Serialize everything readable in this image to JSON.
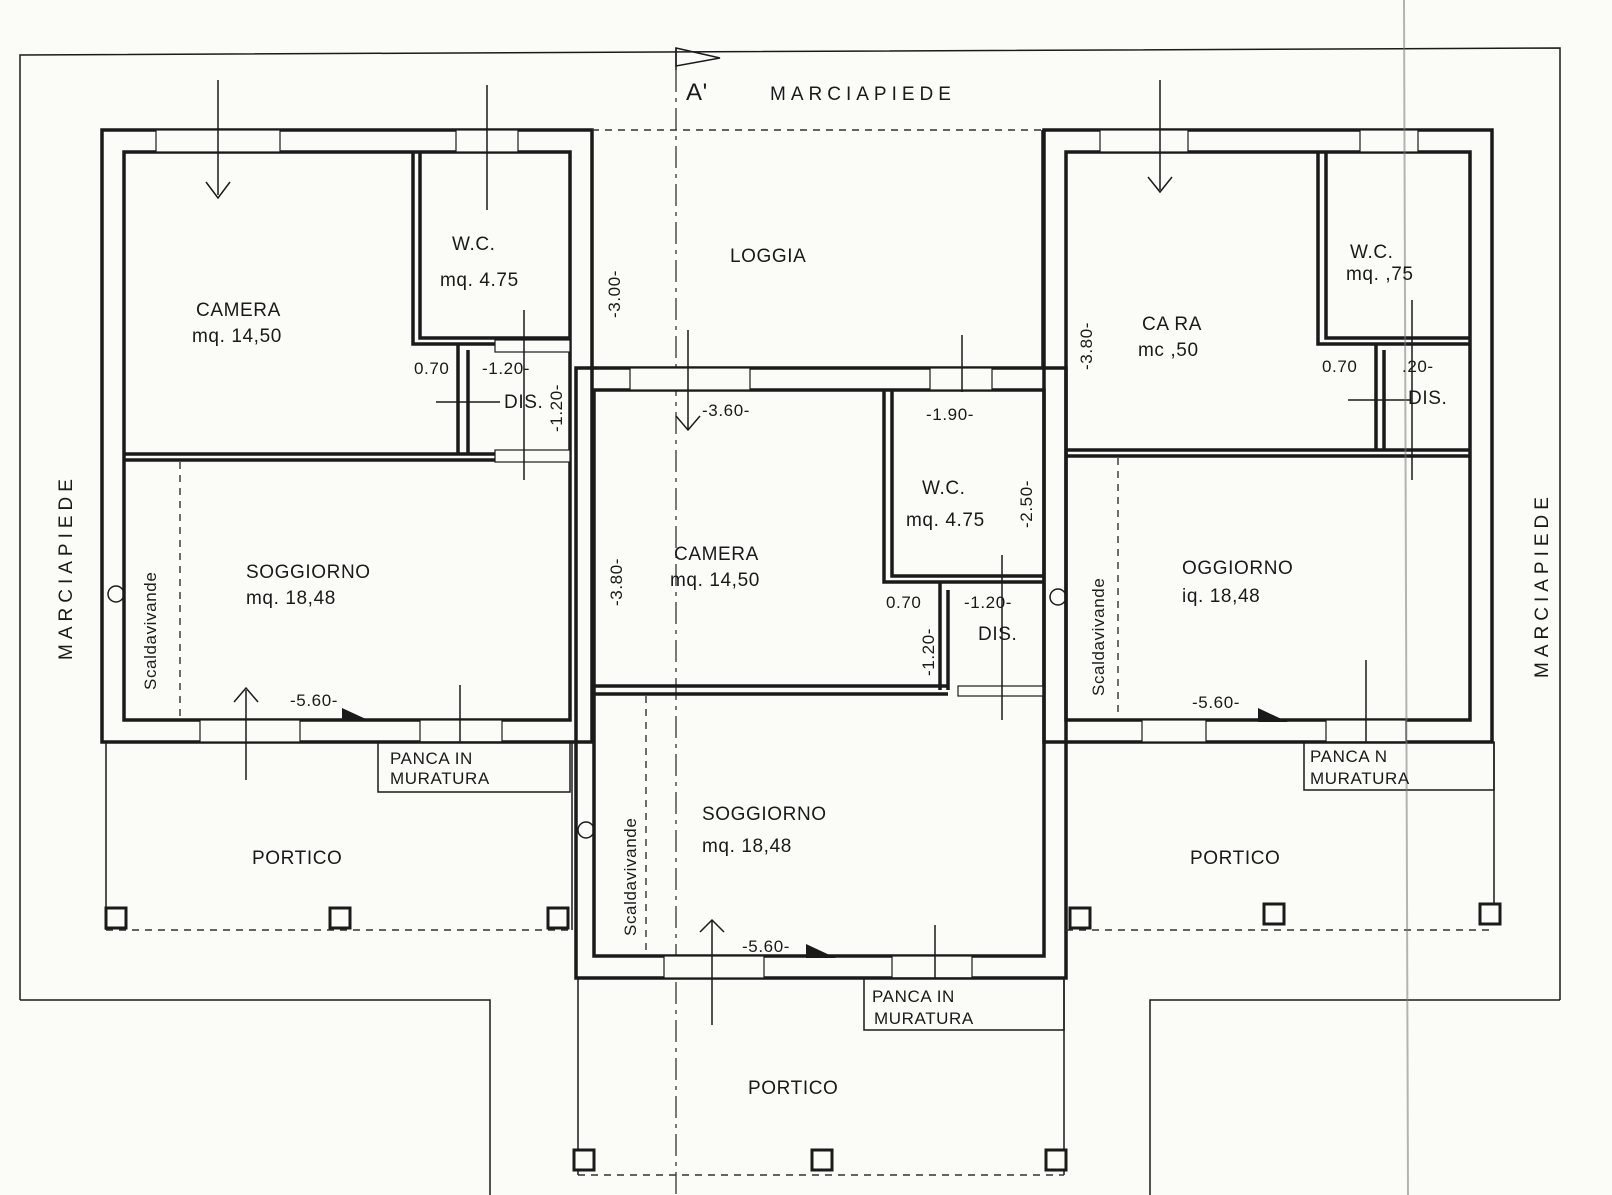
{
  "labels": {
    "section_mark": "A'",
    "street_top": "MARCIAPIEDE",
    "street_left": "MARCIAPIEDE",
    "street_right": "MARCIAPIEDE",
    "loggia": "LOGGIA",
    "portico": "PORTICO",
    "dis": "DIS.",
    "wc": "W.C.",
    "wc_area": "mq. 4.75",
    "camera": "CAMERA",
    "camera_area": "mq. 14,50",
    "soggiorno": "SOGGIORNO",
    "soggiorno_area": "mq. 18,48",
    "scaldavivande": "Scaldavivande",
    "panca_1": "PANCA IN",
    "panca_2": "MURATURA"
  },
  "right_unit_partial": {
    "camera": "CA RA",
    "camera_area": "mc ,50",
    "wc_area": "mq. ,75",
    "soggiorno": "OGGIORNO",
    "soggiorno_area": "iq. 18,48",
    "panca_1": "PANCA N",
    "panca_2": "MURATURA",
    "dim_120": ".20-"
  },
  "dimensions": {
    "d300": "-3.00-",
    "d380": "-3.80-",
    "d360": "-3.60-",
    "d190": "-1.90-",
    "d250": "-2.50-",
    "d070": "0.70",
    "d120": "-1.20-",
    "d560": "-5.60-"
  }
}
